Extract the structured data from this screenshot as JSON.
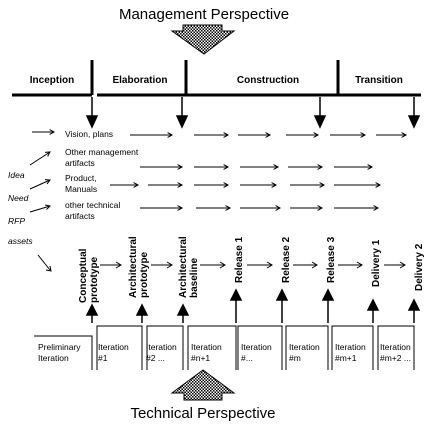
{
  "title_top": "Management Perspective",
  "title_bottom": "Technical Perspective",
  "phases": [
    "Inception",
    "Elaboration",
    "Construction",
    "Transition"
  ],
  "artifacts": [
    "Vision, plans",
    "Other management",
    "artifacts",
    "Product,",
    "Manuals",
    "other technical",
    "artifacts"
  ],
  "inputs": [
    "Idea",
    "Need",
    "RFP",
    "assets"
  ],
  "milestones": [
    [
      "Conceptual",
      "prototype"
    ],
    [
      "Architectural",
      "prototype"
    ],
    [
      "Architectural",
      "baseline"
    ],
    [
      "Release 1"
    ],
    [
      "Release 2"
    ],
    [
      "Release 3"
    ],
    [
      "Delivery 1"
    ],
    [
      "Delivery 2"
    ]
  ],
  "iterations": [
    [
      "Preliminary",
      "Iteration"
    ],
    [
      "Iteration",
      "#1"
    ],
    [
      "Iteration",
      "#2 ..."
    ],
    [
      "Iteration",
      "#n+1"
    ],
    [
      "Iteration",
      "#..."
    ],
    [
      "Iteration",
      "#m"
    ],
    [
      "Iteration",
      "#m+1"
    ],
    [
      "Iteration",
      "#m+2 ..."
    ]
  ]
}
